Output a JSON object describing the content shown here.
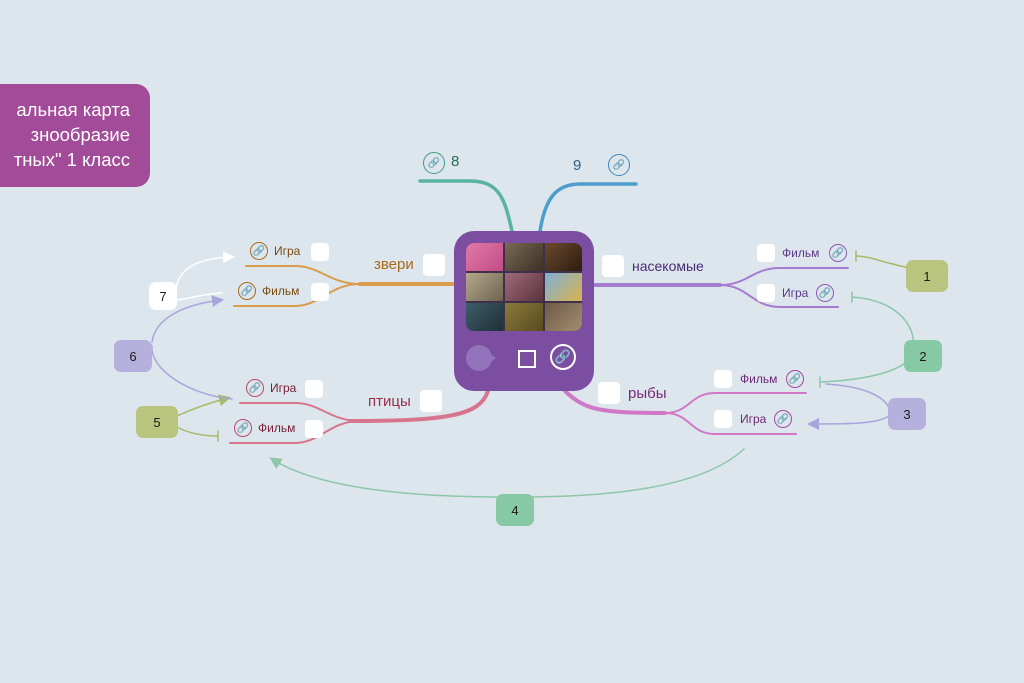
{
  "title": {
    "lines": [
      "альная карта",
      "знообразие",
      "тных\" 1 класс"
    ]
  },
  "colors": {
    "title_bg": "#a24b98",
    "central_bg": "#7c4ea2",
    "zveri": "#c98a3a",
    "pticy": "#d16a86",
    "nasekomye": "#9a6bc6",
    "ryby": "#c970c2",
    "top_left": "#4aa890",
    "top_right": "#3b8fc0"
  },
  "center": {
    "icons": {
      "play": "play-icon",
      "square": "square-icon",
      "link": "link-icon"
    }
  },
  "branches": {
    "zveri": {
      "label": "звери",
      "items": [
        {
          "label": "Игра",
          "icon": "link-icon"
        },
        {
          "label": "Фильм",
          "icon": "link-icon"
        }
      ]
    },
    "pticy": {
      "label": "птицы",
      "items": [
        {
          "label": "Игра",
          "icon": "link-icon"
        },
        {
          "label": "Фильм",
          "icon": "link-icon"
        }
      ]
    },
    "nasekomye": {
      "label": "насекомые",
      "items": [
        {
          "label": "Фильм",
          "icon": "link-icon"
        },
        {
          "label": "Игра",
          "icon": "link-icon"
        }
      ]
    },
    "ryby": {
      "label": "рыбы",
      "items": [
        {
          "label": "Фильм",
          "icon": "link-icon"
        },
        {
          "label": "Игра",
          "icon": "link-icon"
        }
      ]
    },
    "top_left": {
      "label": "8",
      "icon": "link-icon"
    },
    "top_right": {
      "label": "9",
      "icon": "link-icon"
    }
  },
  "tags": [
    {
      "label": "1",
      "color": "#b9c57f"
    },
    {
      "label": "2",
      "color": "#86c9a4"
    },
    {
      "label": "3",
      "color": "#b6b0dc"
    },
    {
      "label": "4",
      "color": "#86c9a4"
    },
    {
      "label": "5",
      "color": "#b9c57f"
    },
    {
      "label": "6",
      "color": "#b6b0dc"
    },
    {
      "label": "7",
      "color": "#ffffff"
    }
  ]
}
